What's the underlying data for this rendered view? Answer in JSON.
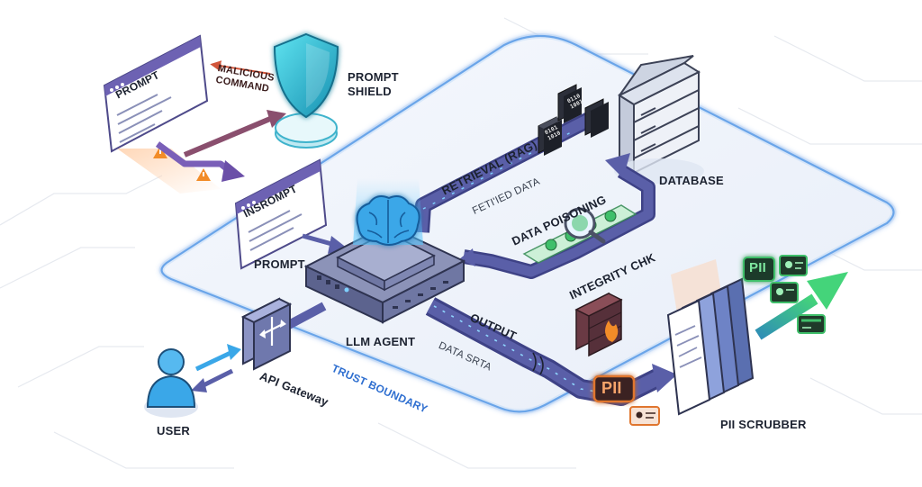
{
  "labels": {
    "prompt_window_title": "PROMPT",
    "malicious_command": "MALICIOUS\nCOMMAND",
    "prompt_shield": "PROMPT\nSHIELD",
    "insrompt_window_title": "INSROMPT",
    "prompt": "PROMPT",
    "retrieval_rag": "RETRIEVAL (RAG)",
    "fetched_data": "FETI'IED DATA",
    "data_poisoning": "DATA POISONING",
    "integrity_chk": "INTEGRITY CHK",
    "database": "DATABASE",
    "llm_agent": "LLM AGENT",
    "output": "OUTPUT",
    "data_srta": "DATA SRTA",
    "api_gateway": "API Gateway",
    "user": "USER",
    "trust_boundary": "TRUST BOUNDARY",
    "pii_badge": "PII",
    "pii_badge_green": "PII",
    "pii_scrubber": "PII SCRUBBER",
    "binary_a": "0101\n1010",
    "binary_b": "0110\n1001"
  },
  "colors": {
    "boundary": "#4a90e2",
    "platform": "#eef3fb",
    "conduit": "#5a5fa8",
    "conduit_dark": "#3e4286",
    "shield": "#2fb6c9",
    "warning": "#f28c28",
    "green": "#3fbf6a",
    "pii_orange": "#e0762f",
    "arrow_green": "#3ac26e"
  }
}
